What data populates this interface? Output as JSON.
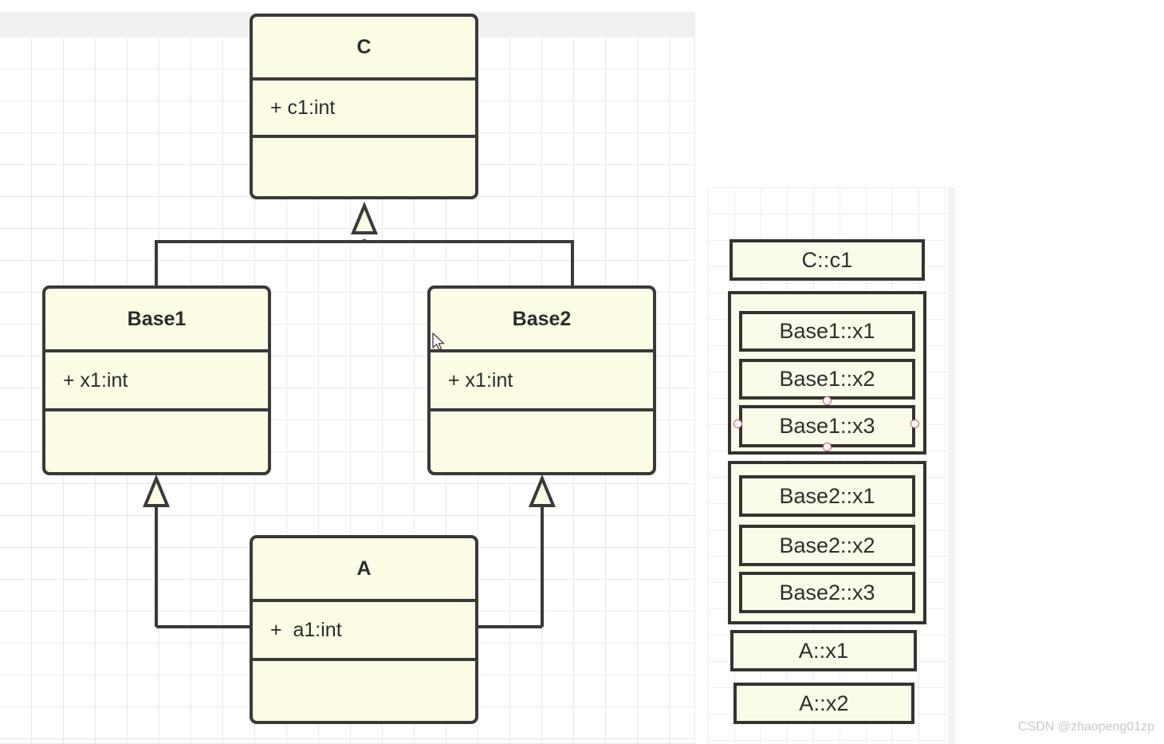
{
  "watermark": "CSDN @zhaopeng01zp",
  "colors": {
    "box_fill": "#FDFDE6",
    "box_border": "#3A3A3A",
    "grid_line": "#E9E9E9",
    "handle_border": "#D1556E",
    "page_background": "#FFFFFF"
  },
  "class_diagram": {
    "classes": [
      {
        "id": "C",
        "name": "C",
        "attributes": [
          "+ c1:int"
        ],
        "methods": []
      },
      {
        "id": "Base1",
        "name": "Base1",
        "attributes": [
          "+ x1:int"
        ],
        "methods": []
      },
      {
        "id": "Base2",
        "name": "Base2",
        "attributes": [
          "+ x1:int"
        ],
        "methods": []
      },
      {
        "id": "A",
        "name": "A",
        "attributes": [
          "+  a1:int"
        ],
        "methods": []
      }
    ],
    "relations": [
      {
        "type": "generalization",
        "from": "Base1",
        "to": "C"
      },
      {
        "type": "generalization",
        "from": "Base2",
        "to": "C"
      },
      {
        "type": "generalization",
        "from": "A",
        "to": "Base1"
      },
      {
        "type": "generalization",
        "from": "A",
        "to": "Base2"
      }
    ]
  },
  "memory_layout": {
    "entries": [
      {
        "label": "C::c1",
        "group": null
      },
      {
        "label": "Base1::x1",
        "group": "Base1"
      },
      {
        "label": "Base1::x2",
        "group": "Base1"
      },
      {
        "label": "Base1::x3",
        "group": "Base1",
        "selected": true
      },
      {
        "label": "Base2::x1",
        "group": "Base2"
      },
      {
        "label": "Base2::x2",
        "group": "Base2"
      },
      {
        "label": "Base2::x3",
        "group": "Base2"
      },
      {
        "label": "A::x1",
        "group": null
      },
      {
        "label": "A::x2",
        "group": null
      }
    ],
    "selected_entry": "Base1::x3",
    "selection_handles": [
      "top-center",
      "bottom-center",
      "left-middle",
      "right-middle"
    ]
  }
}
